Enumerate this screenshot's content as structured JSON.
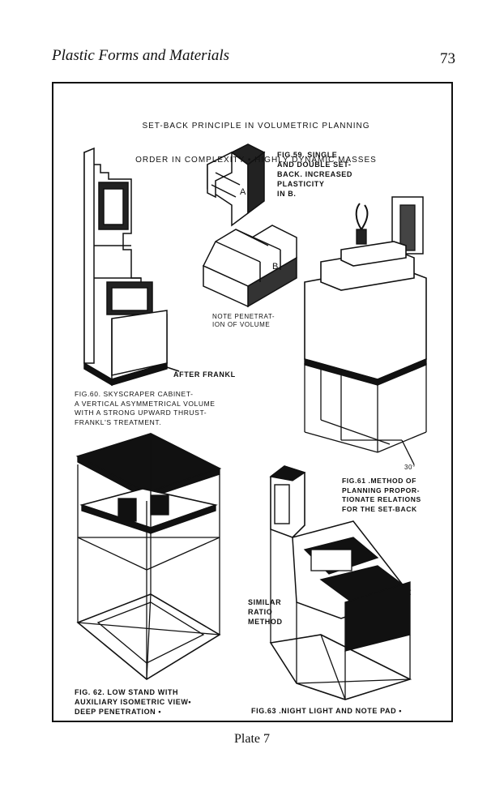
{
  "page": {
    "running_head": "Plastic Forms and Materials",
    "page_number": "73",
    "plate_label": "Plate 7"
  },
  "plate": {
    "title_line1": "SET-BACK PRINCIPLE IN VOLUMETRIC PLANNING",
    "title_line2": "ORDER IN COMPLEXITY • HIGHLY DYNAMIC MASSES",
    "fig59_caption": "FIG.59. SINGLE\nAND DOUBLE SET-\nBACK. INCREASED\nPLASTICITY\nIN B.",
    "label_a": "A",
    "label_b": "B",
    "penetration_note": "NOTE PENETRAT-\nION OF VOLUME",
    "after_frankl": "AFTER FRANKL",
    "fig60_caption": "FIG.60. SKYSCRAPER CABINET-\nA VERTICAL ASYMMETRICAL VOLUME\nWITH A STRONG UPWARD THRUST-\nFRANKL'S TREATMENT.",
    "angle_label": "30°",
    "fig61_caption": "FIG.61 .METHOD OF\nPLANNING PROPOR-\nTIONATE RELATIONS\nFOR THE SET-BACK",
    "similar_ratio": "SIMILAR\nRATIO\nMETHOD",
    "fig62_caption": "FIG. 62. LOW STAND WITH\nAUXILIARY ISOMETRIC VIEW•\nDEEP PENETRATION •",
    "fig63_caption": "FIG.63 .NIGHT LIGHT AND NOTE PAD •"
  }
}
